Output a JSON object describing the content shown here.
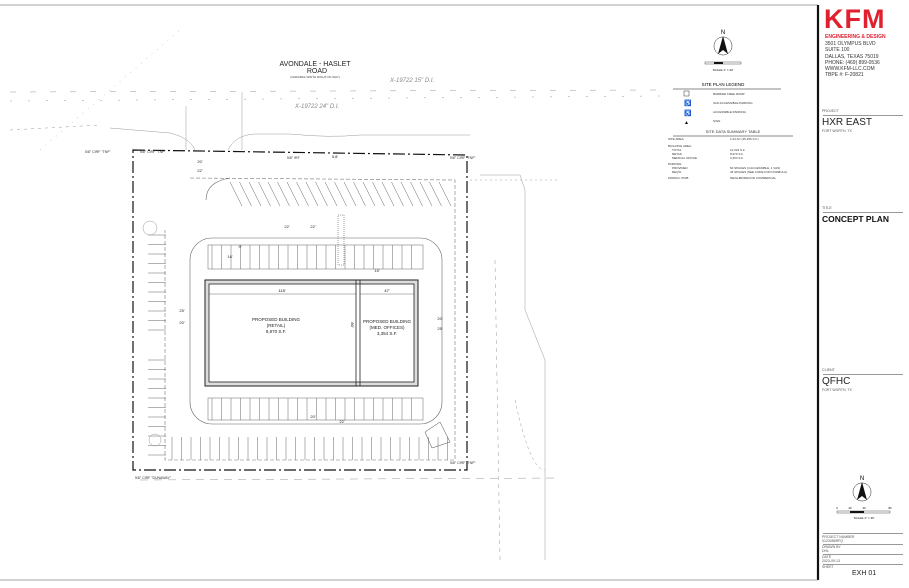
{
  "road": {
    "name_line1": "AVONDALE - HASLET",
    "name_line2": "ROAD",
    "row_note": "(VARIABLE WIDTH RIGHT-OF-WAY)",
    "utility_1": "X-19722 15\" D.I.",
    "utility_2": "X-19722 24\" D.I."
  },
  "plan": {
    "building_retail": {
      "line1": "PROPOSED BUILDING",
      "line2": "(RETAIL)",
      "area": "8,970 S.F."
    },
    "building_office": {
      "line1": "PROPOSED BUILDING",
      "line2": "(MED. OFFICES)",
      "area": "3,354 S.F."
    },
    "dims": {
      "retail_width": "115'",
      "office_width": "47'",
      "depth": "80'",
      "drive_top_1": "20'",
      "drive_top_2": "22'",
      "gap_5_8": "5.8'",
      "aisle_top_a": "22'",
      "aisle_top_b": "22'",
      "stall_a": "9'",
      "stall_b": "18'",
      "walk": "15'",
      "left_a": "25'",
      "left_b": "20'",
      "right_a": "20'",
      "right_b": "25'",
      "bottom_a": "20'",
      "bottom_b": "22'"
    },
    "monuments": {
      "nw_outer": "5/8\" CIRF \"TNP\"",
      "nw_inner": "5/8\" CIRF \"TNP\"",
      "n_mid": "5/8\" IRF",
      "ne": "5/8\" CIRF \"TNP\"",
      "se": "5/8\" CIRF \"TNP\"",
      "sw": "5/8\" CIRF \"DUNAWAY\""
    }
  },
  "legend": {
    "title": "SITE PLAN LEGEND",
    "items": [
      {
        "icon": "barrier-free-ramp-icon",
        "label": "BARRIER FREE RAMP"
      },
      {
        "icon": "van-accessible-parking-icon",
        "label": "VAN ACCESSIBLE PARKING"
      },
      {
        "icon": "accessible-parking-icon",
        "label": "ACCESSIBLE PARKING"
      },
      {
        "icon": "sign-icon",
        "label": "SIGN"
      }
    ]
  },
  "summary": {
    "title": "SITE DATA SUMMARY TABLE",
    "rows": [
      {
        "label": "SITE AREA:",
        "value": "1.04 AC (45,366 S.F.)"
      },
      {
        "label": "BUILDING AREA:",
        "value": ""
      },
      {
        "label": "TOTAL",
        "value": "12,324 S.F."
      },
      {
        "label": "RETAIL",
        "value": "8,970 S.F."
      },
      {
        "label": "MEDICAL OFFICE",
        "value": "3,354 S.F."
      },
      {
        "label": "PARKING:",
        "value": ""
      },
      {
        "label": "PROVIDED",
        "value": "60 SPACES (3 ACCESSIBLE, 1 VAN)"
      },
      {
        "label": "REQ'D",
        "value": "46 SPACES (SEE CODE FOR FORMULA)"
      },
      {
        "label": "ZONING: PD/B",
        "value": "NEIGHBORHOOD COMMERCIAL"
      }
    ]
  },
  "north_arrow_top": {
    "letter": "N",
    "scale": "SCALE 1\" = 20'"
  },
  "north_arrow_bottom": {
    "letter": "N",
    "scale": "SCALE 1\" = 40'",
    "ticks": [
      "0",
      "20",
      "40",
      "80"
    ]
  },
  "title_block": {
    "logo": "KFM",
    "logo_sub": "ENGINEERING & DESIGN",
    "address": [
      "3501 OLYMPUS BLVD",
      "SUITE 100",
      "DALLAS, TEXAS 75019",
      "PHONE: (469) 899-0536",
      "WWW.KFM-LLC.COM",
      "TBPE #: F-20821"
    ],
    "project_label": "PROJECT",
    "project": "HXR EAST",
    "project_location": "FORT WORTH, TX",
    "title_label": "TITLE",
    "title": "CONCEPT PLAN",
    "client_label": "CLIENT",
    "client": "QFHC",
    "client_location": "FORT WORTH, TX",
    "project_number_label": "PROJECT NUMBER",
    "project_number": "0123456RFQ",
    "drawn_by_label": "DRAWN BY",
    "drawn_by": "DHL",
    "date_label": "DATE",
    "date": "2023-09-13",
    "sheet_label": "SHEET",
    "sheet": "EXH 01"
  },
  "colors": {
    "brand": "#e0202e",
    "linework": "#333333",
    "faint": "#aaaaaa"
  }
}
